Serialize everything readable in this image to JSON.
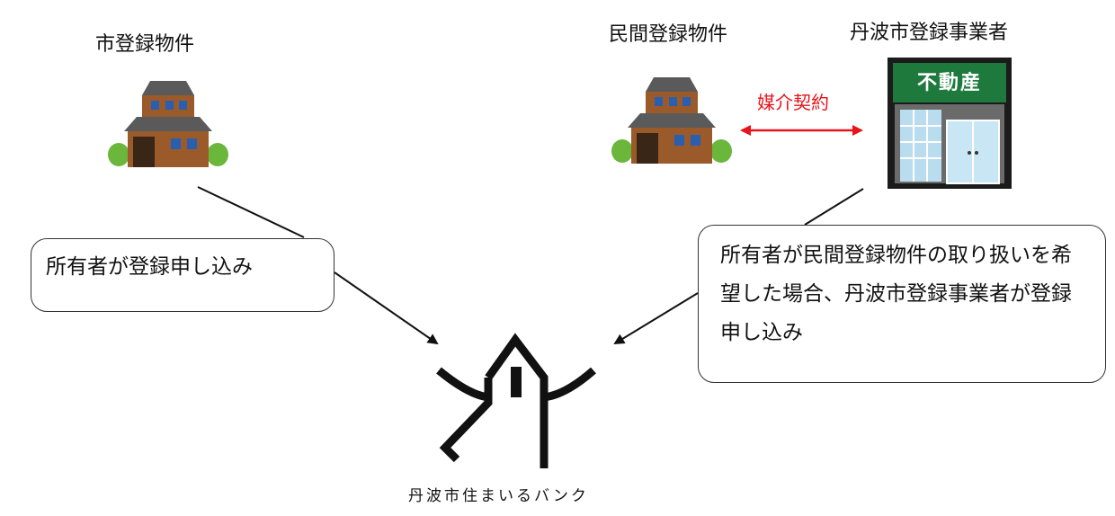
{
  "labels": {
    "city_property": "市登録物件",
    "private_property": "民間登録物件",
    "registered_operator": "丹波市登録事業者",
    "brokerage_contract": "媒介契約",
    "brand_name": "丹波市住まいるバンク",
    "realestate_sign": "不動産"
  },
  "callouts": {
    "owner_apply": "所有者が登録申し込み",
    "private_case": "所有者が民間登録物件の取り扱いを希望した場合、丹波市登録事業者が登録申し込み"
  },
  "colors": {
    "contract_arrow": "#e8141b",
    "sign_green": "#1e7a3c",
    "roof": "#5a5a5a",
    "wall": "#9a5a2a",
    "window": "#2a5fb0",
    "glass": "#b9dcef"
  },
  "icons": [
    "house-illustration",
    "house-illustration",
    "real-estate-office-illustration",
    "tamba-bank-logo"
  ]
}
